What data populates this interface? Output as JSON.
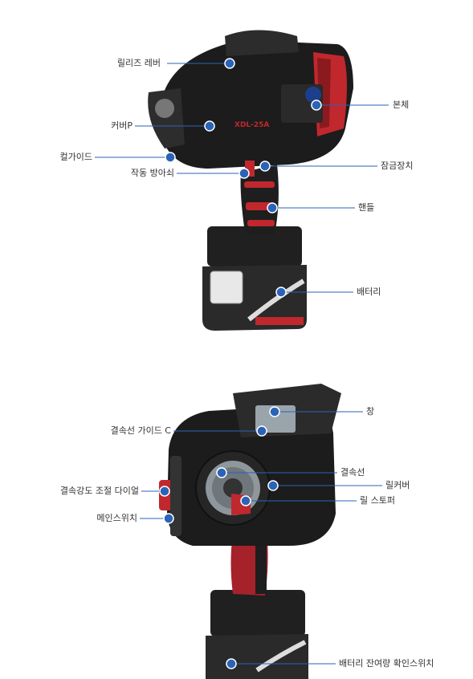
{
  "figure1": {
    "labels": {
      "release_lever": "릴리즈 레버",
      "body": "본체",
      "cover_p": "커버P",
      "curl_guide": "컬가이드",
      "lock": "잠금장치",
      "trigger_guard": "작동 방아쇠",
      "handle": "핸들",
      "battery": "배터리"
    },
    "model": "XDL-25A"
  },
  "figure2": {
    "labels": {
      "window": "창",
      "tie_wire_guide_c": "결속선 가이드 C",
      "tie_wire": "결속선",
      "tension_dial": "결속강도 조절 다이얼",
      "reel_cover": "릴커버",
      "reel_stopper": "릴 스토퍼",
      "main_switch": "메인스위치",
      "battery_check_switch": "배터리 잔여량 확인스위치"
    }
  },
  "colors": {
    "accent_dot": "#2a63b8",
    "leader_line": "#2a63b8",
    "tool_red": "#c0282e",
    "tool_black": "#1e1e1e"
  }
}
